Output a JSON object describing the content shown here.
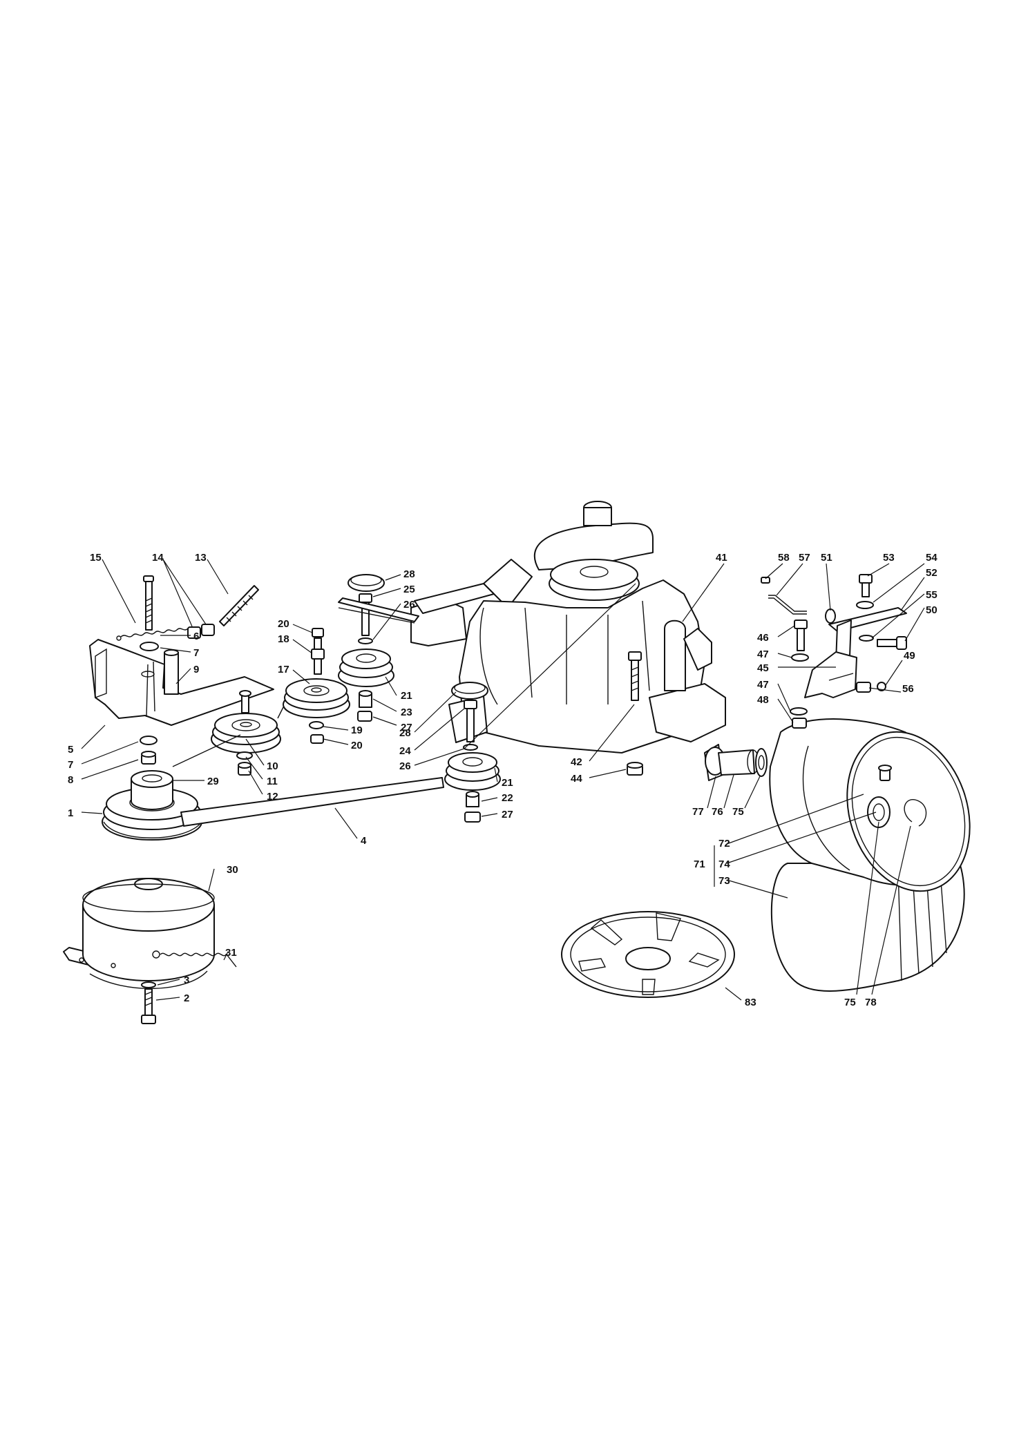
{
  "colors": {
    "ink": "#111111",
    "paper": "#ffffff"
  },
  "callouts": [
    {
      "id": "c15",
      "text": "15"
    },
    {
      "id": "c14",
      "text": "14"
    },
    {
      "id": "c13",
      "text": "13"
    },
    {
      "id": "c6",
      "text": "6"
    },
    {
      "id": "c7a",
      "text": "7"
    },
    {
      "id": "c9",
      "text": "9"
    },
    {
      "id": "c5",
      "text": "5"
    },
    {
      "id": "c7b",
      "text": "7"
    },
    {
      "id": "c8",
      "text": "8"
    },
    {
      "id": "c29",
      "text": "29"
    },
    {
      "id": "c1",
      "text": "1"
    },
    {
      "id": "c4",
      "text": "4"
    },
    {
      "id": "c30",
      "text": "30"
    },
    {
      "id": "c31",
      "text": "31"
    },
    {
      "id": "c3",
      "text": "3"
    },
    {
      "id": "c2",
      "text": "2"
    },
    {
      "id": "c20a",
      "text": "20"
    },
    {
      "id": "c18",
      "text": "18"
    },
    {
      "id": "c17",
      "text": "17"
    },
    {
      "id": "c10",
      "text": "10"
    },
    {
      "id": "c11",
      "text": "11"
    },
    {
      "id": "c12",
      "text": "12"
    },
    {
      "id": "c19",
      "text": "19"
    },
    {
      "id": "c20b",
      "text": "20"
    },
    {
      "id": "c28a",
      "text": "28"
    },
    {
      "id": "c25",
      "text": "25"
    },
    {
      "id": "c26a",
      "text": "26"
    },
    {
      "id": "c21a",
      "text": "21"
    },
    {
      "id": "c23",
      "text": "23"
    },
    {
      "id": "c27a",
      "text": "27"
    },
    {
      "id": "c28b",
      "text": "28"
    },
    {
      "id": "c24",
      "text": "24"
    },
    {
      "id": "c26b",
      "text": "26"
    },
    {
      "id": "c21b",
      "text": "21"
    },
    {
      "id": "c22",
      "text": "22"
    },
    {
      "id": "c27b",
      "text": "27"
    },
    {
      "id": "c41",
      "text": "41"
    },
    {
      "id": "c42",
      "text": "42"
    },
    {
      "id": "c44",
      "text": "44"
    },
    {
      "id": "c77",
      "text": "77"
    },
    {
      "id": "c76",
      "text": "76"
    },
    {
      "id": "c75a",
      "text": "75"
    },
    {
      "id": "c72",
      "text": "72"
    },
    {
      "id": "c71",
      "text": "71"
    },
    {
      "id": "c74",
      "text": "74"
    },
    {
      "id": "c73",
      "text": "73"
    },
    {
      "id": "c75b",
      "text": "75"
    },
    {
      "id": "c78",
      "text": "78"
    },
    {
      "id": "c83",
      "text": "83"
    },
    {
      "id": "c58",
      "text": "58"
    },
    {
      "id": "c57",
      "text": "57"
    },
    {
      "id": "c51",
      "text": "51"
    },
    {
      "id": "c53",
      "text": "53"
    },
    {
      "id": "c54",
      "text": "54"
    },
    {
      "id": "c52",
      "text": "52"
    },
    {
      "id": "c55",
      "text": "55"
    },
    {
      "id": "c50",
      "text": "50"
    },
    {
      "id": "c46",
      "text": "46"
    },
    {
      "id": "c47a",
      "text": "47"
    },
    {
      "id": "c45",
      "text": "45"
    },
    {
      "id": "c47b",
      "text": "47"
    },
    {
      "id": "c48",
      "text": "48"
    },
    {
      "id": "c49",
      "text": "49"
    },
    {
      "id": "c56",
      "text": "56"
    }
  ]
}
